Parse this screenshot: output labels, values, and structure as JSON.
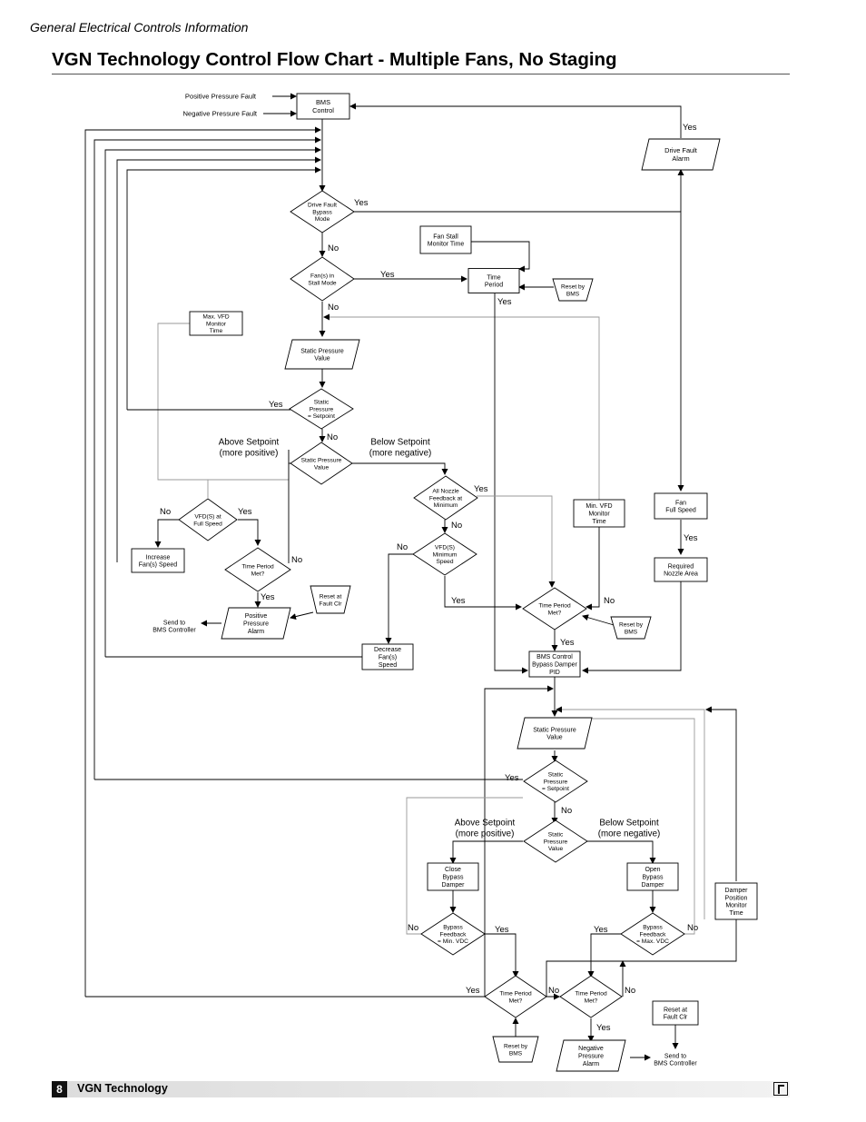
{
  "header": {
    "section": "General Electrical Controls Information",
    "title": "VGN Technology Control Flow Chart - Multiple Fans, No Staging"
  },
  "footer": {
    "page_number": "8",
    "text": "VGN Technology"
  },
  "flowchart": {
    "input_pos": "Positive Pressure Fault",
    "input_neg": "Negative Pressure Fault",
    "bms_control": [
      "BMS",
      "Control"
    ],
    "drive_fault_bypass": [
      "Drive Fault",
      "Bypass",
      "Mode"
    ],
    "drive_fault_alarm": [
      "Drive Fault",
      "Alarm"
    ],
    "fan_stall_time": [
      "Fan Stall",
      "Monitor Time"
    ],
    "fans_in_stall": [
      "Fan(s) in",
      "Stall Mode"
    ],
    "time_period": [
      "Time",
      "Period"
    ],
    "reset_bms_1": [
      "Reset by",
      "BMS"
    ],
    "max_vfd_time": [
      "Max. VFD",
      "Monitor",
      "Time"
    ],
    "static_pressure_value_1": [
      "Static Pressure",
      "Value"
    ],
    "static_eq_setpoint_1": [
      "Static",
      "Pressure",
      "= Setpoint"
    ],
    "static_pressure_value_2": [
      "Static Pressure",
      "Value"
    ],
    "above_setpoint_1": [
      "Above Setpoint",
      "(more positive)"
    ],
    "below_setpoint_1": [
      "Below Setpoint",
      "(more negative)"
    ],
    "vfd_full_speed": [
      "VFD(S) at",
      "Full Speed"
    ],
    "increase_fan": [
      "Increase",
      "Fan(s) Speed"
    ],
    "time_period_met_1": [
      "Time Period",
      "Met?"
    ],
    "reset_fault_1": [
      "Reset at",
      "Fault Clr"
    ],
    "positive_alarm": [
      "Positive",
      "Pressure",
      "Alarm"
    ],
    "send_bms_1": [
      "Send to",
      "BMS Controller"
    ],
    "nozzle_feedback_min": [
      "All Nozzle",
      "Feedback at",
      "Minimum"
    ],
    "vfd_min_speed": [
      "VFD(S)",
      "Minimum",
      "Speed"
    ],
    "decrease_fan": [
      "Decrease",
      "Fan(s)",
      "Speed"
    ],
    "min_vfd_time": [
      "Min. VFD",
      "Monitor",
      "Time"
    ],
    "time_period_met_2": [
      "Time Period",
      "Met?"
    ],
    "reset_bms_2": [
      "Reset by",
      "BMS"
    ],
    "fan_full_speed": [
      "Fan",
      "Full Speed"
    ],
    "required_nozzle": [
      "Required",
      "Nozzle Area"
    ],
    "bms_bypass_pid": [
      "BMS Control",
      "Bypass Damper",
      "PID"
    ],
    "static_pressure_value_3": [
      "Static Pressure",
      "Value"
    ],
    "static_eq_setpoint_2": [
      "Static",
      "Pressure",
      "= Setpoint"
    ],
    "static_pressure_value_4": [
      "Static",
      "Pressure",
      "Value"
    ],
    "above_setpoint_2": [
      "Above Setpoint",
      "(more positive)"
    ],
    "below_setpoint_2": [
      "Below Setpoint",
      "(more negative)"
    ],
    "close_damper": [
      "Close",
      "Bypass",
      "Damper"
    ],
    "open_damper": [
      "Open",
      "Bypass",
      "Damper"
    ],
    "damper_time": [
      "Damper",
      "Position",
      "Monitor",
      "Time"
    ],
    "feedback_min_vdc": [
      "Bypass",
      "Feedback",
      "= Min. VDC"
    ],
    "feedback_max_vdc": [
      "Bypass",
      "Feedback",
      "= Max. VDC"
    ],
    "time_period_met_3": [
      "Time Period",
      "Met?"
    ],
    "time_period_met_4": [
      "Time Period",
      "Met?"
    ],
    "reset_bms_3": [
      "Reset by",
      "BMS"
    ],
    "negative_alarm": [
      "Negative",
      "Pressure",
      "Alarm"
    ],
    "reset_fault_2": [
      "Reset at",
      "Fault Clr"
    ],
    "send_bms_2": [
      "Send to",
      "BMS Controller"
    ],
    "lbl_yes": "Yes",
    "lbl_no": "No"
  }
}
